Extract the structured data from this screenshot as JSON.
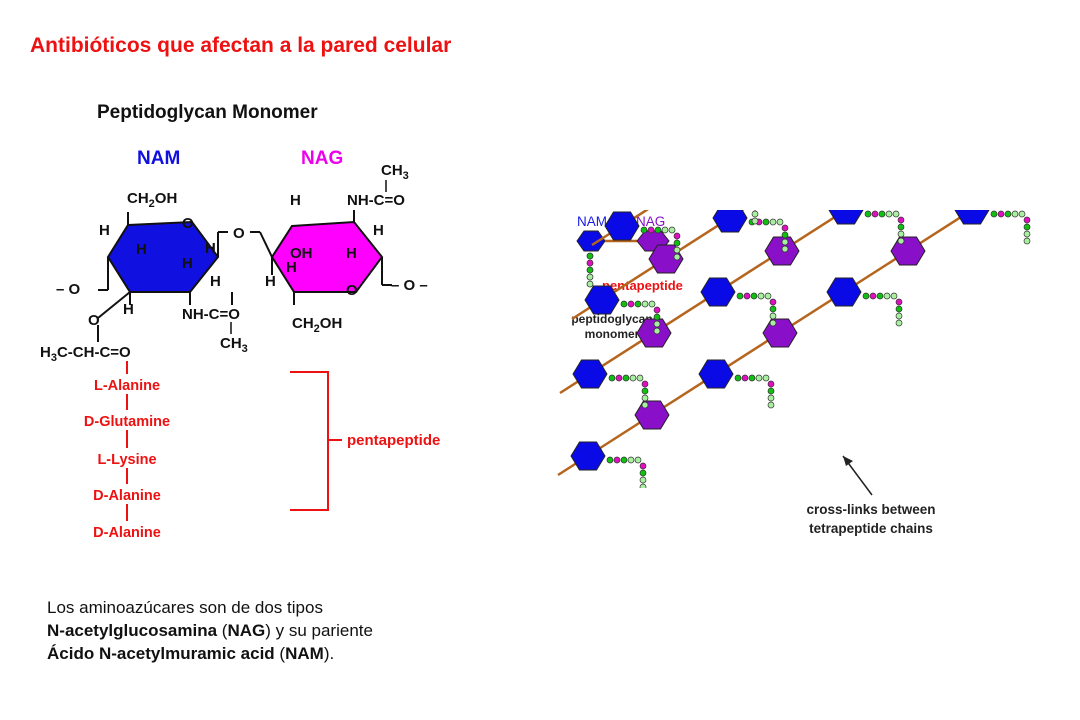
{
  "title": "Antibióticos que afectan a la pared celular",
  "left_diagram": {
    "heading": "Peptidoglycan Monomer",
    "nam_label": "NAM",
    "nag_label": "NAG",
    "nam_color": "#1010e0",
    "nag_color": "#ff00ff",
    "chem": {
      "ch2oh_top": "CH",
      "ch2oh_top_sub": "2",
      "ch2oh_top_end": "OH",
      "ch3_top": "CH",
      "ch3_top_sub": "3",
      "nh_c_o_top": "NH-C=O",
      "ring_o": "O",
      "h": "H",
      "oh": "OH",
      "nh_c_o_bottom": "NH-C=O",
      "ch3_bottom": "CH",
      "ch3_bottom_sub": "3",
      "ch2oh_bottom": "CH",
      "ch2oh_bottom_sub": "2",
      "ch2oh_bottom_end": "OH",
      "bridge_o": "O",
      "left_o": "– O",
      "right_o": "– O –",
      "ether_o": "O",
      "lactyl": "H",
      "lactyl_sub": "3",
      "lactyl_end": "C-CH-C=O"
    },
    "amino_acids": [
      "L-Alanine",
      "D-Glutamine",
      "L-Lysine",
      "D-Alanine",
      "D-Alanine"
    ],
    "bracket_label": "pentapeptide"
  },
  "right_diagram": {
    "nam_label": "NAM",
    "nag_label": "NAG",
    "pentapeptide_label": "pentapeptide",
    "monomer_label_line1": "peptidoglycan",
    "monomer_label_line2": "monomer",
    "crosslink_line1": "cross-links between",
    "crosslink_line2": "tetrapeptide chains",
    "nam_color": "#0a0ae6",
    "nag_color": "#8a0fc8",
    "chain_color": "#b5651d"
  },
  "caption": {
    "line1": "Los aminoazúcares son de dos tipos",
    "line2_bold": "N-acetylglucosamina",
    "line2_a": " (",
    "line2_bold2": "NAG",
    "line2_b": ") y su pariente",
    "line3_bold": "Ácido N-acetylmuramic acid",
    "line3_a": " (",
    "line3_bold2": "NAM",
    "line3_b": ")."
  }
}
